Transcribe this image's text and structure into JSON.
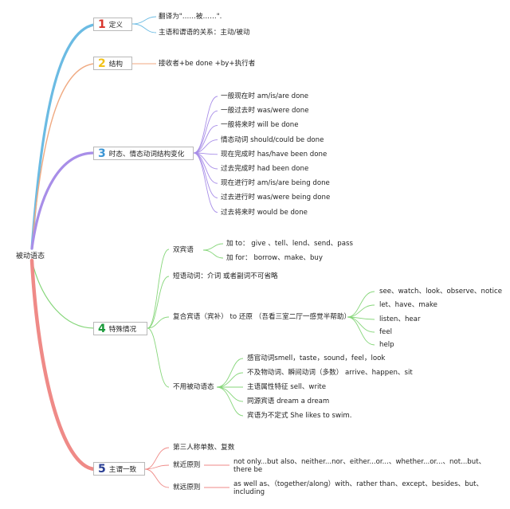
{
  "root": {
    "label": "被动语态"
  },
  "colors": {
    "b1": "#6bbbe3",
    "b2": "#f0aa82",
    "b3": "#a88ee8",
    "b4": "#86d67a",
    "b5": "#ef8a87",
    "n1": "#d8352c",
    "n2": "#f2c218",
    "n3": "#3b95d4",
    "n4": "#1a9a3a",
    "n5": "#2a3f94"
  },
  "branches": [
    {
      "number": "1",
      "label": "定义",
      "items": [
        "翻译为\"……被……\".",
        "主语和谓语的关系：主动/被动"
      ]
    },
    {
      "number": "2",
      "label": "结构",
      "items": [
        "接收者+be done +by+执行者"
      ]
    },
    {
      "number": "3",
      "label": "时态、情态动词结构变化",
      "items": [
        "一般现在时 am/is/are done",
        "一般过去时 was/were  done",
        "一般将来时  will be done",
        "情态动词  should/could  be done",
        "现在完成时  has/have been done",
        "过去完成时  had been done",
        "现在进行时 am/is/are being done",
        "过去进行时 was/were being done",
        "过去将来时 would be  done"
      ]
    },
    {
      "number": "4",
      "label": "特殊情况",
      "groups": [
        {
          "label": "双宾语",
          "items": [
            "加  to：  give 、tell、lend、send、pass",
            "加  for：  borrow、make、buy"
          ]
        },
        {
          "label": "短语动词：介词 或者副词不可省略",
          "items": []
        },
        {
          "label": "复合宾语（宾补） to 还原  （吾看三室二厅一感觉半帮助）",
          "items": [
            "see、watch、look、observe、notice",
            "let、have、make",
            "listen、hear",
            "feel",
            "help"
          ]
        },
        {
          "label": "不用被动语态",
          "items": [
            "感官动词smell，taste，sound，feel，look",
            "不及物动词、瞬间动词（多数）  arrive、happen、sit",
            "主语属性特征 sell、write",
            "同源宾语  dream a dream",
            "宾语为不定式  She likes to swim."
          ]
        }
      ]
    },
    {
      "number": "5",
      "label": "主谓一致",
      "groups": [
        {
          "label": "第三人称单数、复数",
          "items": []
        },
        {
          "label": "就近原则",
          "items": [
            "not only...but also、neither...nor、either...or...、whether...or...、not...but、there be"
          ]
        },
        {
          "label": "就远原则",
          "items": [
            "as well as、（together/along）with、rather than、except、besides、but、including"
          ]
        }
      ]
    }
  ]
}
